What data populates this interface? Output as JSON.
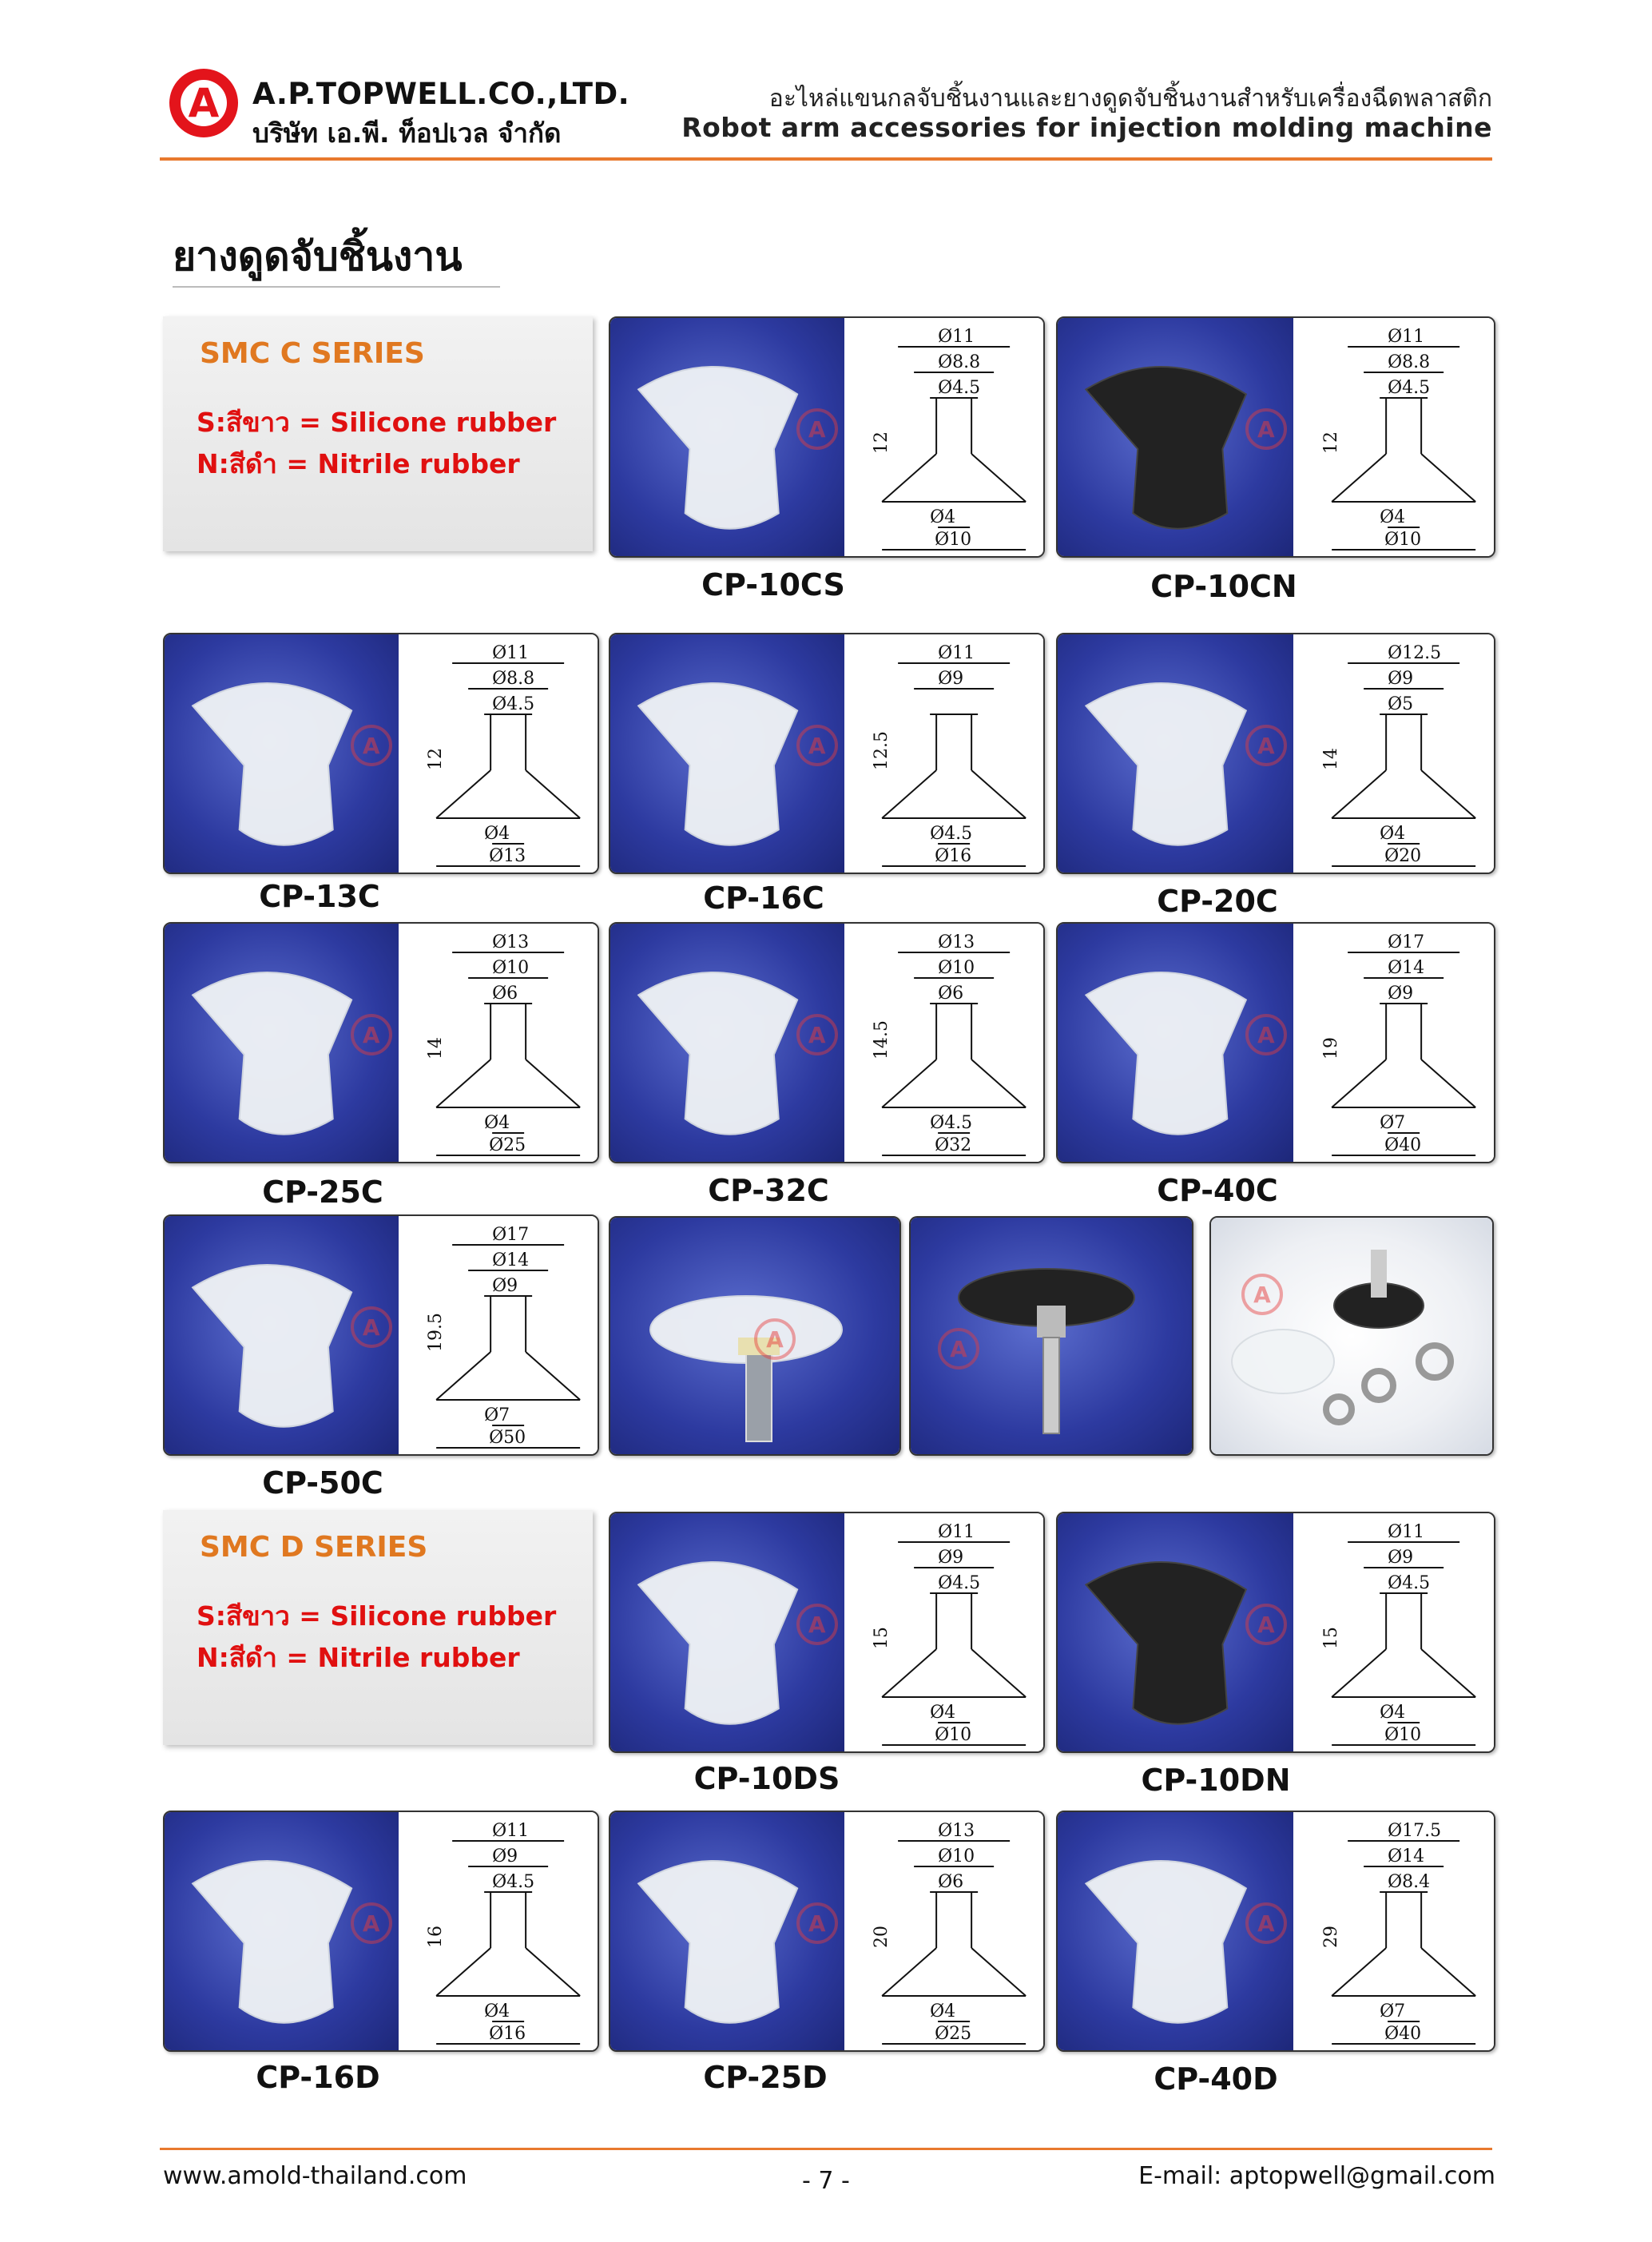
{
  "header": {
    "logo_letter": "A",
    "company_en": "A.P.TOPWELL.CO.,LTD.",
    "company_th": "บริษัท เอ.พี. ท็อปเวล จำกัด",
    "tagline_th": "อะไหล่แขนกลจับชิ้นงานและยางดูดจับชิ้นงานสำหรับเครื่องฉีดพลาสติก",
    "tagline_en": "Robot arm accessories for injection molding machine"
  },
  "page_title": "ยางดูดจับชิ้นงาน",
  "series": [
    {
      "title": "SMC C SERIES",
      "line1": "S:สีขาว = Silicone rubber",
      "line2": "N:สีดำ = Nitrile rubber"
    },
    {
      "title": "SMC D SERIES",
      "line1": "S:สีขาว = Silicone rubber",
      "line2": "N:สีดำ = Nitrile rubber"
    }
  ],
  "products": [
    {
      "code": "CP-10CS",
      "dims": [
        "Ø11",
        "Ø8.8",
        "Ø4.5",
        "12",
        "Ø4",
        "Ø10"
      ]
    },
    {
      "code": "CP-10CN",
      "dims": [
        "Ø11",
        "Ø8.8",
        "Ø4.5",
        "12",
        "Ø4",
        "Ø10"
      ]
    },
    {
      "code": "CP-13C",
      "dims": [
        "Ø11",
        "Ø8.8",
        "Ø4.5",
        "12",
        "Ø4",
        "Ø13"
      ]
    },
    {
      "code": "CP-16C",
      "dims": [
        "Ø11",
        "Ø9",
        "",
        "12.5",
        "Ø4.5",
        "Ø16"
      ]
    },
    {
      "code": "CP-20C",
      "dims": [
        "Ø12.5",
        "Ø9",
        "Ø5",
        "14",
        "Ø4",
        "Ø20"
      ]
    },
    {
      "code": "CP-25C",
      "dims": [
        "Ø13",
        "Ø10",
        "Ø6",
        "14",
        "Ø4",
        "Ø25"
      ]
    },
    {
      "code": "CP-32C",
      "dims": [
        "Ø13",
        "Ø10",
        "Ø6",
        "14.5",
        "Ø4.5",
        "Ø32"
      ]
    },
    {
      "code": "CP-40C",
      "dims": [
        "Ø17",
        "Ø14",
        "Ø9",
        "19",
        "Ø7",
        "Ø40"
      ]
    },
    {
      "code": "CP-50C",
      "dims": [
        "Ø17",
        "Ø14",
        "Ø9",
        "19.5",
        "Ø7",
        "Ø50"
      ]
    },
    {
      "code": "CP-10DS",
      "dims": [
        "Ø11",
        "Ø9",
        "Ø4.5",
        "15",
        "Ø4",
        "Ø10"
      ]
    },
    {
      "code": "CP-10DN",
      "dims": [
        "Ø11",
        "Ø9",
        "Ø4.5",
        "15",
        "Ø4",
        "Ø10"
      ]
    },
    {
      "code": "CP-16D",
      "dims": [
        "Ø11",
        "Ø9",
        "Ø4.5",
        "16",
        "Ø4",
        "Ø16"
      ]
    },
    {
      "code": "CP-25D",
      "dims": [
        "Ø13",
        "Ø10",
        "Ø6",
        "20",
        "Ø4",
        "Ø25"
      ]
    },
    {
      "code": "CP-40D",
      "dims": [
        "Ø17.5",
        "Ø14",
        "Ø8.4",
        "29",
        "Ø7",
        "Ø40"
      ]
    }
  ],
  "footer": {
    "website": "www.amold-thailand.com",
    "page_number": "- 7 -",
    "email": "E-mail: aptopwell@gmail.com"
  },
  "colors": {
    "accent_orange": "#e8792e",
    "series_title": "#e07820",
    "series_text": "#e01010",
    "photo_blue": "#2d3aa0",
    "logo_red": "#e3141b"
  }
}
